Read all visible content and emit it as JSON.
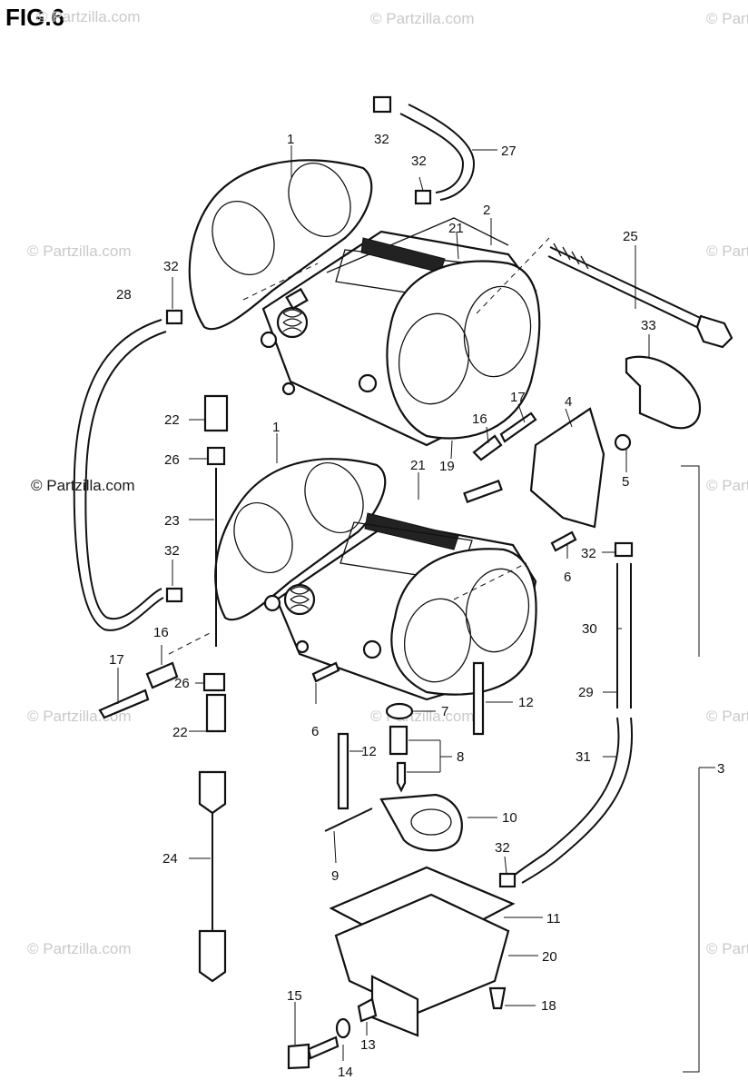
{
  "figure_title": "FIG.6",
  "watermark_text": "© Partzilla.com",
  "callouts": {
    "c1a": "1",
    "c1b": "1",
    "c2": "2",
    "c3": "3",
    "c4": "4",
    "c5": "5",
    "c6a": "6",
    "c6b": "6",
    "c7": "7",
    "c8": "8",
    "c9": "9",
    "c10": "10",
    "c11": "11",
    "c12a": "12",
    "c12b": "12",
    "c13": "13",
    "c14": "14",
    "c15": "15",
    "c16a": "16",
    "c16b": "16",
    "c17a": "17",
    "c17b": "17",
    "c18": "18",
    "c19": "19",
    "c20": "20",
    "c21a": "21",
    "c21b": "21",
    "c22a": "22",
    "c22b": "22",
    "c23": "23",
    "c24": "24",
    "c25": "25",
    "c26a": "26",
    "c26b": "26",
    "c27": "27",
    "c28": "28",
    "c29": "29",
    "c30": "30",
    "c31": "31",
    "c32a": "32",
    "c32b": "32",
    "c32c": "32",
    "c32d": "32",
    "c32e": "32",
    "c32f": "32",
    "c33": "33"
  }
}
